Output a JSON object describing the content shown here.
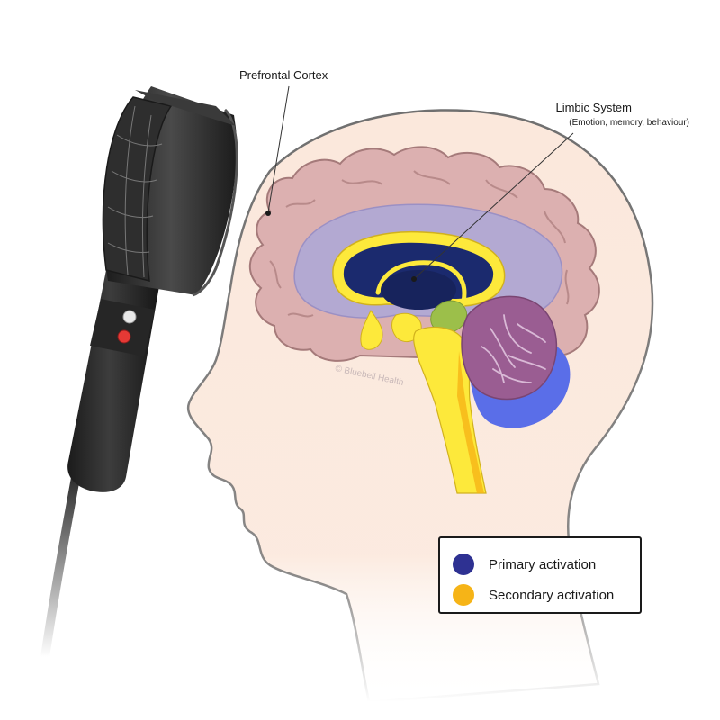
{
  "labels": {
    "prefrontal_cortex": "Prefrontal Cortex",
    "limbic_system": "Limbic System",
    "limbic_system_note": "(Emotion, memory, behaviour)"
  },
  "watermark": "© Bluebell Health",
  "legend": {
    "items": [
      {
        "label": "Primary activation",
        "color": "#2e3192"
      },
      {
        "label": "Secondary activation",
        "color": "#f6b417"
      }
    ]
  },
  "colors": {
    "skin": "#fbe8dc",
    "head_outline": "#6f6f6f",
    "cortex": "#dcb0b0",
    "cortex_outline": "#a57a7a",
    "white_matter": "#b3a9d2",
    "primary": "#1b2a6e",
    "secondary": "#fde93b",
    "cerebellum": "#9a5d92",
    "brainstem_blue": "#5a6ee8",
    "hippocampus": "#9cbf4a",
    "device": "#2a2a2a"
  }
}
